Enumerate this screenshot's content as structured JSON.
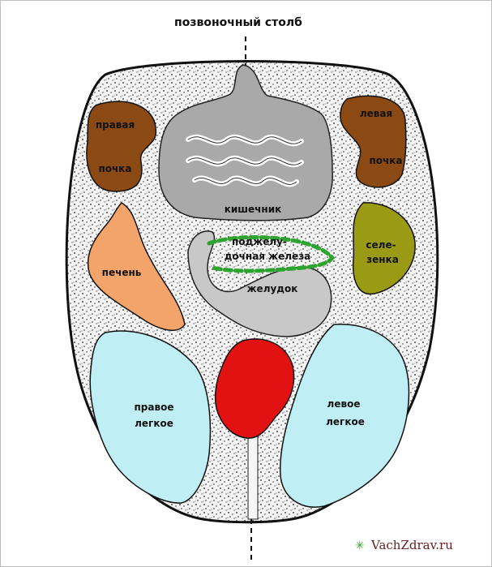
{
  "labels": {
    "spine": "позвоночный столб",
    "right_kidney_1": "правая",
    "right_kidney_2": "почка",
    "left_kidney_1": "левая",
    "left_kidney_2": "почка",
    "intestine": "кишечник",
    "pancreas_1": "поджелу-",
    "pancreas_2": "дочная железа",
    "liver": "печень",
    "spleen_1": "селе-",
    "spleen_2": "зенка",
    "stomach": "желудок",
    "right_lung_1": "правое",
    "right_lung_2": "легкое",
    "left_lung_1": "левое",
    "left_lung_2": "легкое"
  },
  "watermark": "VachZdrav.ru",
  "colors": {
    "kidney": "#8b4a14",
    "intestine": "#a9a9a9",
    "liver": "#f3a46b",
    "spleen": "#9a9a14",
    "stomach": "#c8c8c8",
    "pancreas": "#2fa32f",
    "heart": "#e31212",
    "lung": "#bfeff5",
    "background_dots": "#222222"
  }
}
